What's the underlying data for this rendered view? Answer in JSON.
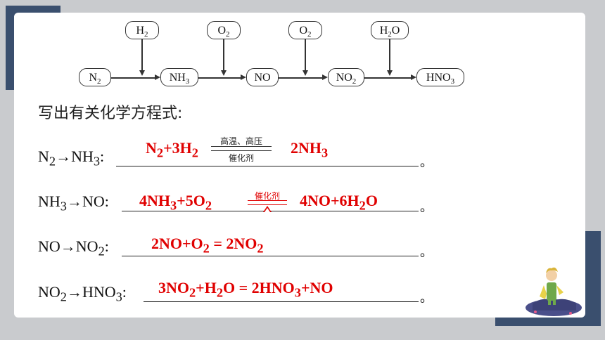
{
  "flow": {
    "main": [
      "N",
      "NH",
      "NO",
      "NO",
      "HNO"
    ],
    "main_subs": [
      "2",
      "3",
      "",
      "2",
      "3"
    ],
    "reagents": [
      "H",
      "O",
      "O",
      "H",
      "O"
    ],
    "reagent_subs": [
      "2",
      "2",
      "2",
      "2",
      ""
    ]
  },
  "intro": "写出有关化学方程式:",
  "rows": [
    {
      "label_html": "N<sub>2</sub>→NH<sub>3</sub>:",
      "answer_left": "N<sub>2</sub>+3H<sub>2</sub>",
      "answer_right": "2NH<sub>3</sub>",
      "cond_top": "高温、高压",
      "cond_bottom": "催化剂"
    },
    {
      "label_html": "NH<sub>3</sub>→NO:",
      "answer_left": "4NH<sub>3</sub>+5O<sub>2</sub>",
      "answer_right": "4NO+6H<sub>2</sub>O",
      "cond_top": "催化剂"
    },
    {
      "label_html": "NO→NO<sub>2</sub>:",
      "answer": "2NO+O<sub>2</sub> = 2NO<sub>2</sub>"
    },
    {
      "label_html": "NO<sub>2</sub>→HNO<sub>3</sub>:",
      "answer": "3NO<sub>2</sub>+H<sub>2</sub>O = 2HNO<sub>3</sub>+NO"
    }
  ],
  "period": "。"
}
